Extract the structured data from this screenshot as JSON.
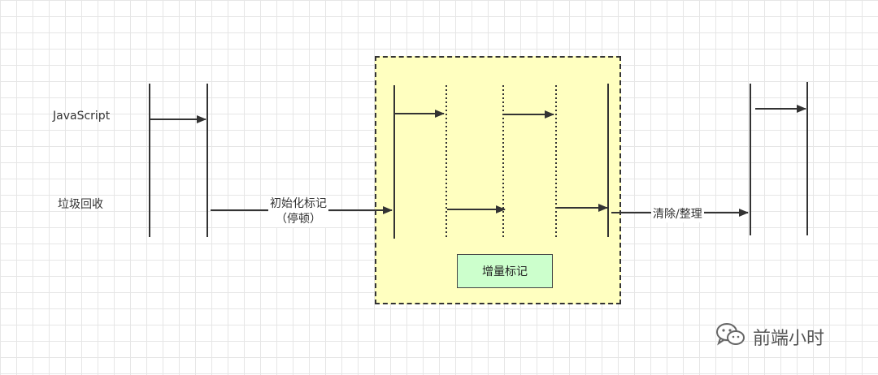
{
  "rows": {
    "javascript_label": "JavaScript",
    "gc_label": "垃圾回收"
  },
  "steps": {
    "initial_mark_line1": "初始化标记",
    "initial_mark_line2": "（停顿）",
    "incremental_mark": "增量标记",
    "sweep_compact": "清除/整理"
  },
  "watermark": {
    "text": "前端小时",
    "icon": "wechat-icon"
  },
  "colors": {
    "incremental_box_fill": "#ffffc0",
    "incremental_label_fill": "#ccffcc",
    "line": "#333333"
  }
}
